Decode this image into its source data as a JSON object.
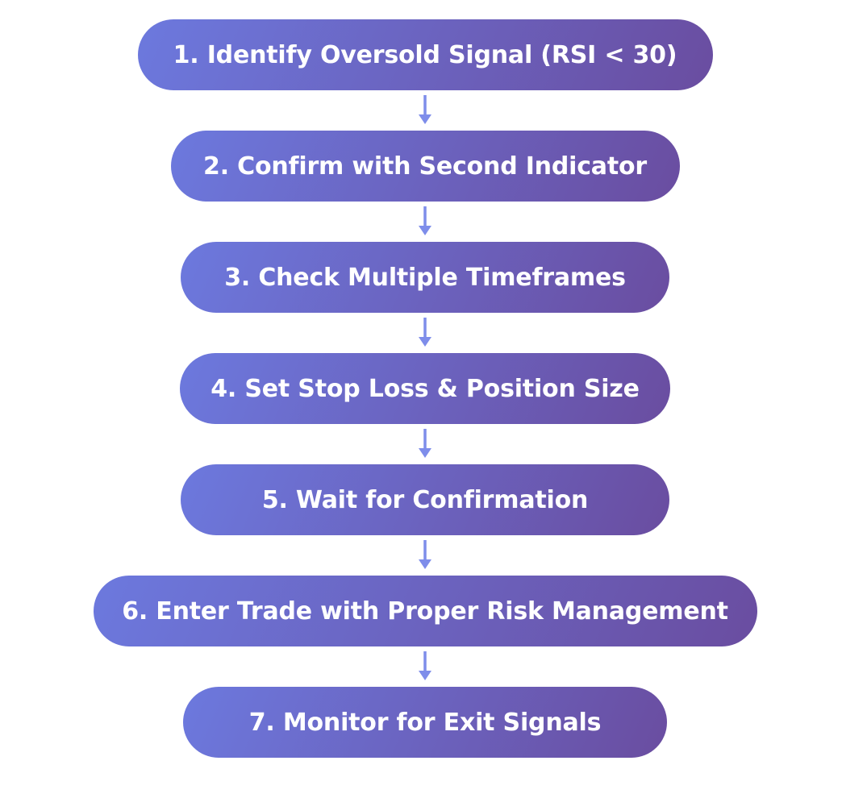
{
  "flowchart": {
    "steps": [
      {
        "label": "1. Identify Oversold Signal (RSI < 30)"
      },
      {
        "label": "2. Confirm with Second Indicator"
      },
      {
        "label": "3. Check Multiple Timeframes"
      },
      {
        "label": "4. Set Stop Loss & Position Size"
      },
      {
        "label": "5. Wait for Confirmation"
      },
      {
        "label": "6. Enter Trade with Proper Risk Management"
      },
      {
        "label": "7. Monitor for Exit Signals"
      }
    ],
    "colors": {
      "gradient_start": "#6c79de",
      "gradient_end": "#6a4da0",
      "arrow": "#7e8dea",
      "text": "#ffffff",
      "background": "#ffffff"
    }
  }
}
